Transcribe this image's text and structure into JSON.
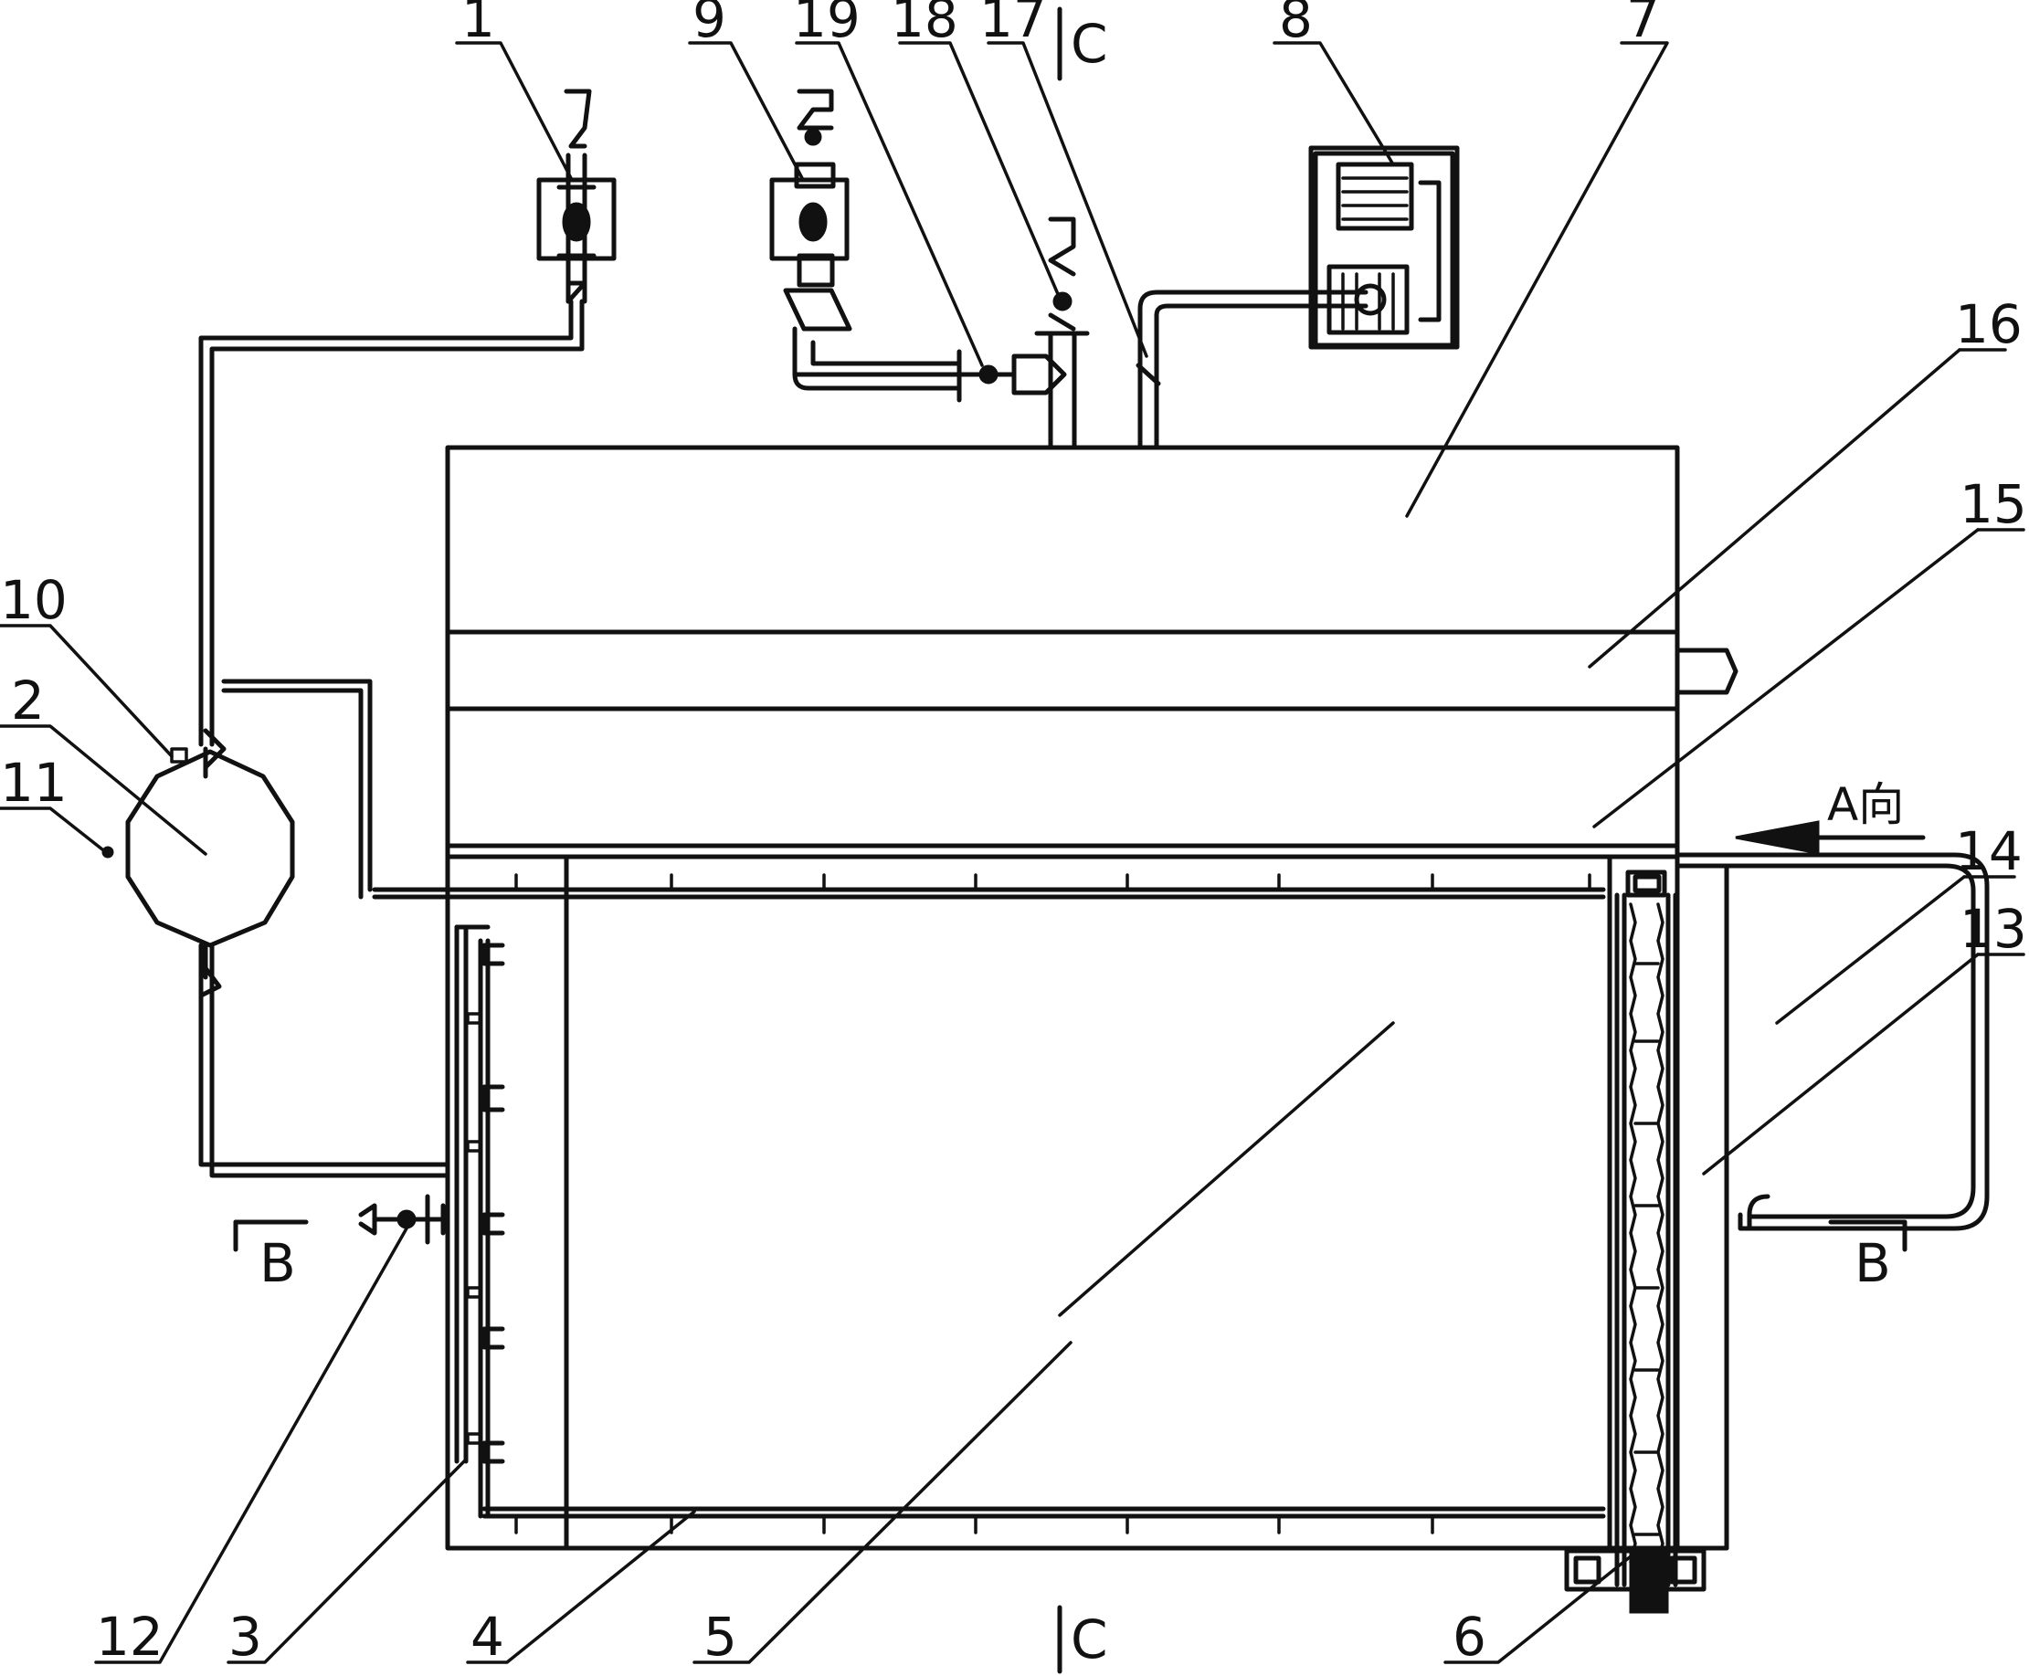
{
  "callouts": [
    {
      "id": "1",
      "text": "1"
    },
    {
      "id": "2",
      "text": "2"
    },
    {
      "id": "3",
      "text": "3"
    },
    {
      "id": "4",
      "text": "4"
    },
    {
      "id": "5",
      "text": "5"
    },
    {
      "id": "6",
      "text": "6"
    },
    {
      "id": "7",
      "text": "7"
    },
    {
      "id": "8",
      "text": "8"
    },
    {
      "id": "9",
      "text": "9"
    },
    {
      "id": "10",
      "text": "10"
    },
    {
      "id": "11",
      "text": "11"
    },
    {
      "id": "12",
      "text": "12"
    },
    {
      "id": "13",
      "text": "13"
    },
    {
      "id": "14",
      "text": "14"
    },
    {
      "id": "15",
      "text": "15"
    },
    {
      "id": "16",
      "text": "16"
    },
    {
      "id": "17",
      "text": "17"
    },
    {
      "id": "18",
      "text": "18"
    },
    {
      "id": "19",
      "text": "19"
    }
  ],
  "section_marks": {
    "c_top": "C",
    "c_bottom": "C",
    "b_left": "B",
    "b_right": "B"
  },
  "view_direction": {
    "text": "A向"
  }
}
